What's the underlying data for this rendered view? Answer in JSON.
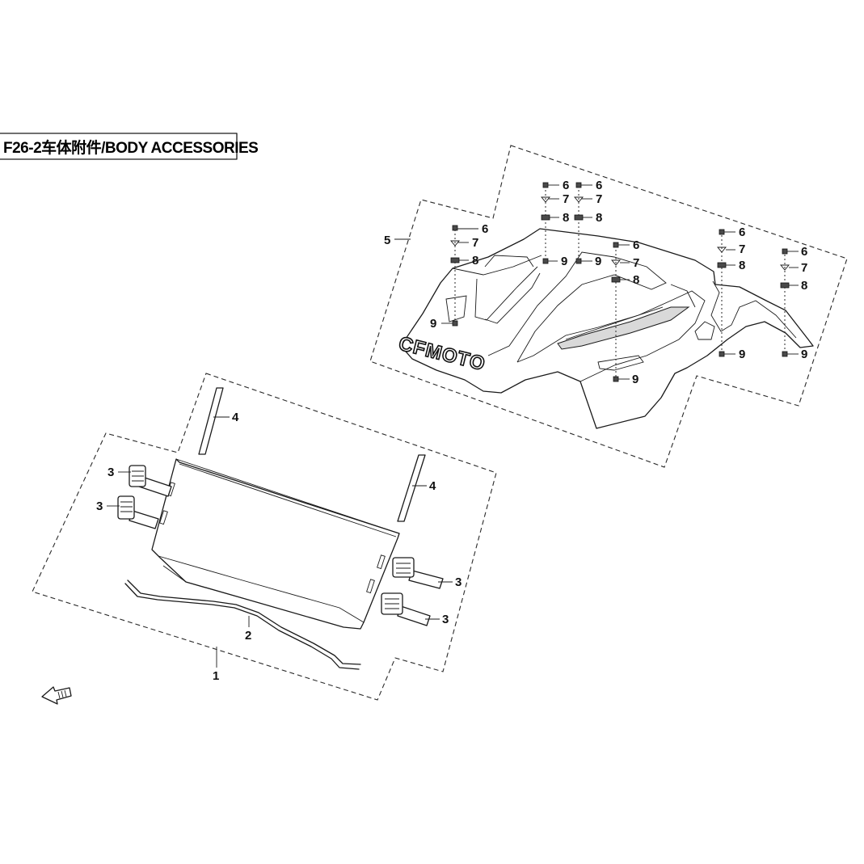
{
  "header": {
    "title": "F26-2车体附件/BODY ACCESSORIES"
  },
  "logo": {
    "text": "CFMOTO"
  },
  "callouts": {
    "c1": "1",
    "c2": "2",
    "c3": "3",
    "c4": "4",
    "c5": "5",
    "c6": "6",
    "c7": "7",
    "c8": "8",
    "c9": "9"
  },
  "icons": {
    "front_arrow": "front-direction-arrow-icon"
  }
}
